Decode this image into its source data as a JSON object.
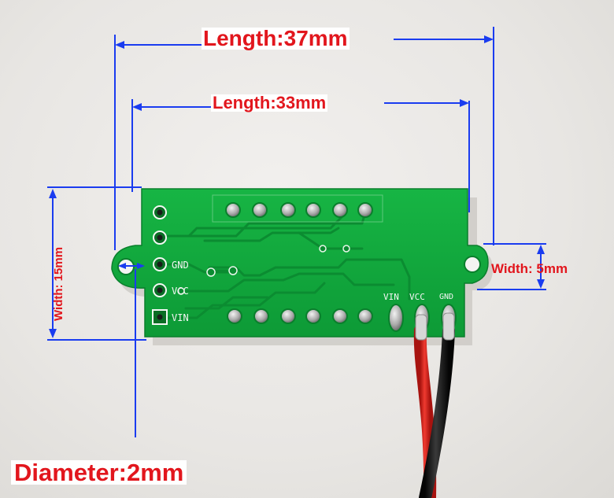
{
  "annotations": {
    "outer_length": "Length:37mm",
    "inner_length": "Length:33mm",
    "height": "Width: 15mm",
    "thickness": "Width: 5mm",
    "hole_diameter": "Diameter:2mm"
  },
  "pcb_labels": {
    "left_gnd": "GND",
    "left_vcc": "VCC",
    "left_vin": "VIN",
    "top_vin": "VIN",
    "top_vcc": "VCC",
    "top_gnd": "GND"
  },
  "colors": {
    "pcb_green": "#10a83c",
    "dimension_blue": "#1a3cf0",
    "label_red": "#e2161d",
    "wire_red": "#d8221e",
    "wire_black": "#151515"
  }
}
